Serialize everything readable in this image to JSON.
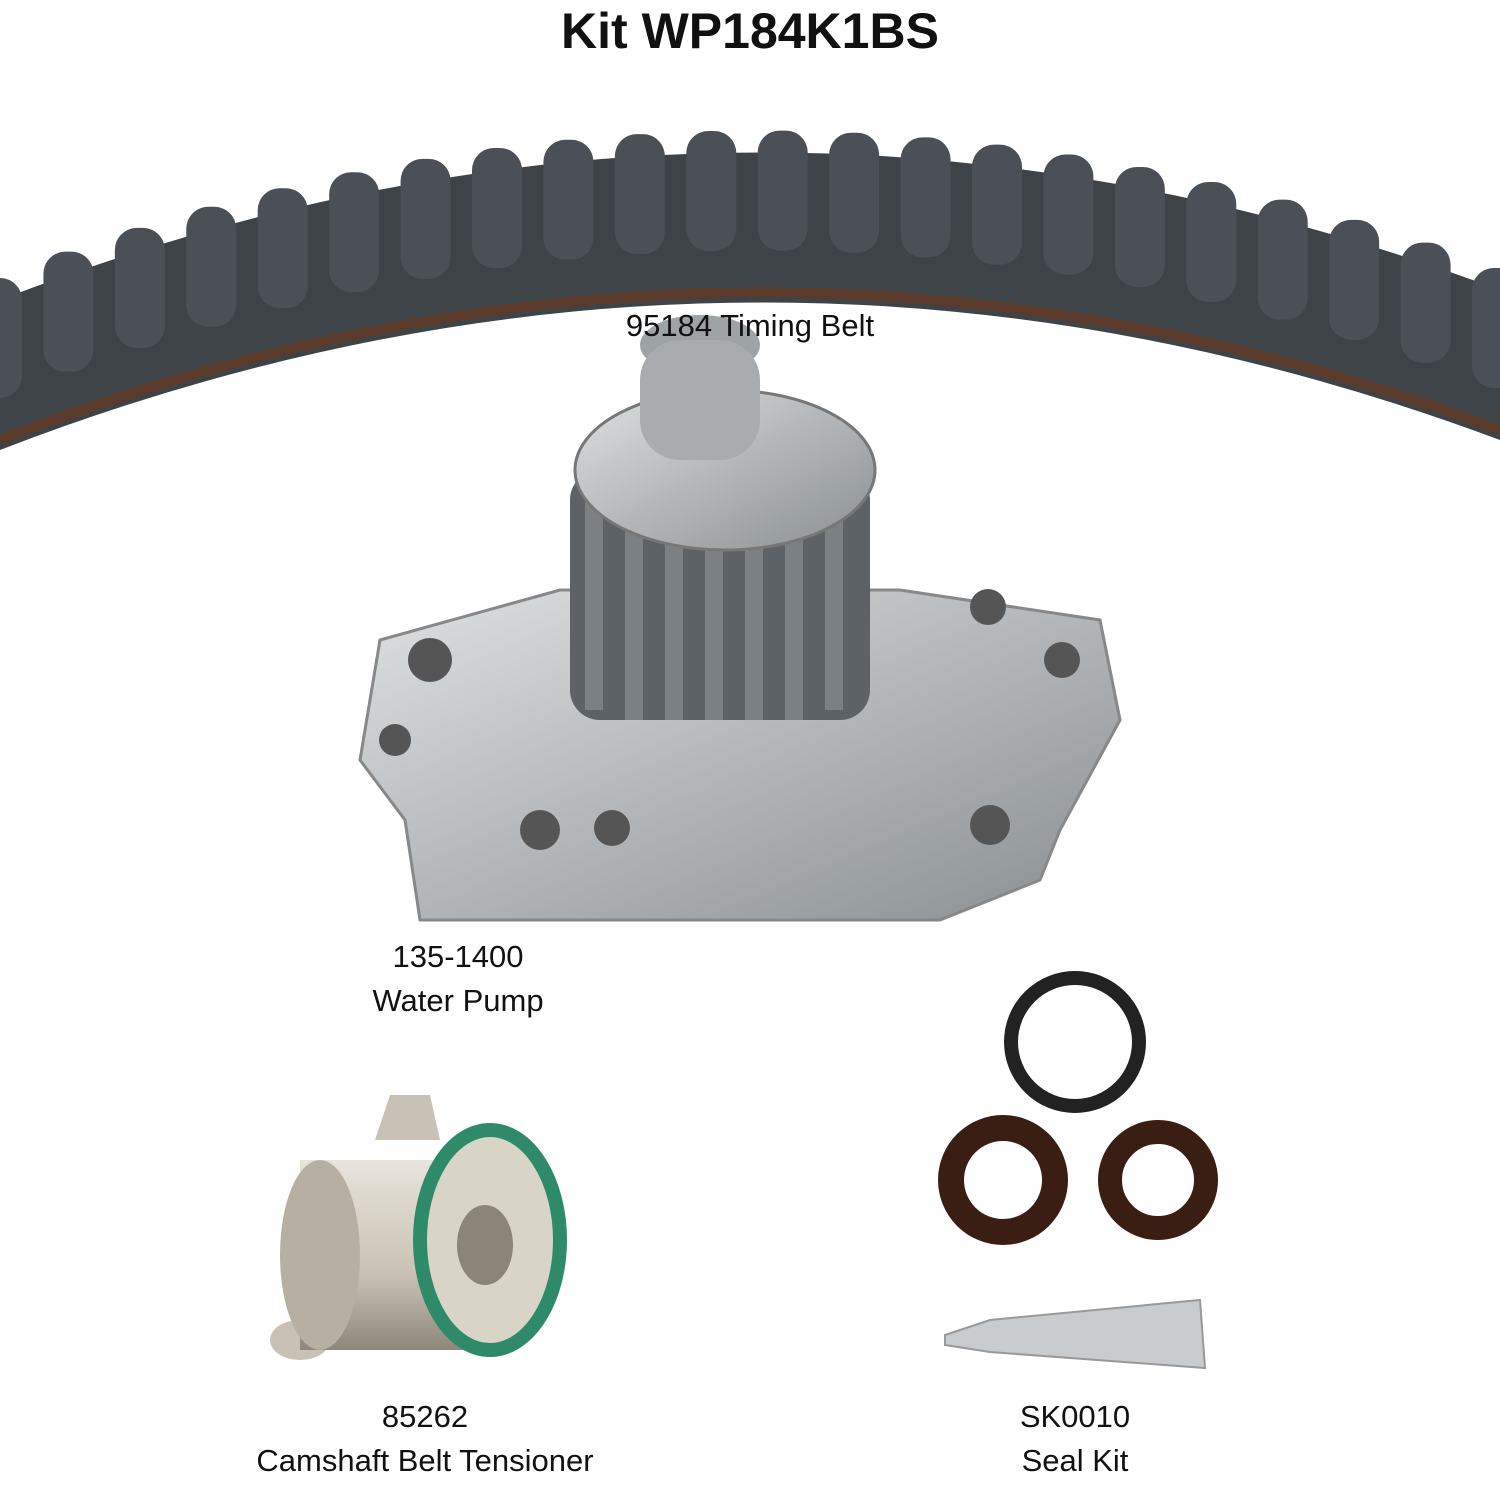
{
  "title": "Kit WP184K1BS",
  "components": [
    {
      "part_number": "95184",
      "name": "Timing Belt",
      "label": "95184 Timing Belt"
    },
    {
      "part_number": "135-1400",
      "name": "Water Pump"
    },
    {
      "part_number": "85262",
      "name": "Camshaft Belt Tensioner"
    },
    {
      "part_number": "SK0010",
      "name": "Seal Kit"
    }
  ],
  "colors": {
    "belt": "#3e4347",
    "metal": "#b9bcbe",
    "seal": "#3a1e14",
    "tensioner_ring": "#2f8a6a"
  }
}
